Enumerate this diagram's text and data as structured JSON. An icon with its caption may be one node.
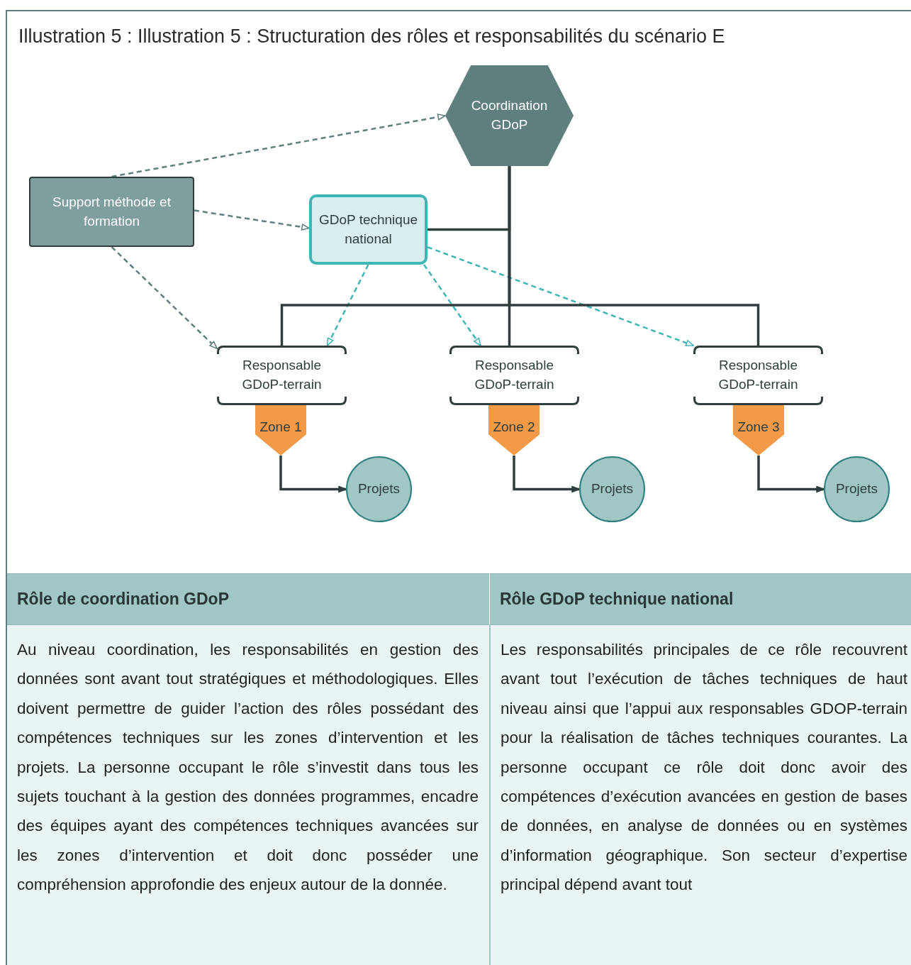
{
  "diagram": {
    "title": "Illustration 5 : Illustration 5 : Structuration des rôles et responsabilités du scénario E",
    "nodes": [
      {
        "text": [
          "Coordination GDoP"
        ]
      },
      {
        "text": [
          "Support méthode et formation"
        ]
      },
      {
        "text": [
          "GDoP technique national"
        ]
      },
      {
        "text": [
          "Responsable GDoP-terrain"
        ]
      },
      {
        "text": [
          "Responsable GDoP-terrain"
        ]
      },
      {
        "text": [
          "Responsable GDoP-terrain"
        ]
      },
      {
        "text": [
          "Zone 1"
        ]
      },
      {
        "text": [
          "Zone 2"
        ]
      },
      {
        "text": [
          "Zone 3"
        ]
      },
      {
        "text": [
          "Projets"
        ]
      },
      {
        "text": [
          "Projets"
        ]
      },
      {
        "text": [
          "Projets"
        ]
      }
    ],
    "edges": [
      {
        "from": 1,
        "to": 0,
        "arrow": "to",
        "style": "dashed",
        "color": "#5f7f7f"
      },
      {
        "from": 1,
        "to": 2,
        "arrow": "to",
        "style": "dashed",
        "color": "#5f7f7f"
      },
      {
        "from": 1,
        "to": 3,
        "arrow": "to",
        "style": "dashed",
        "color": "#5f7f7f"
      },
      {
        "from": 2,
        "to": 3,
        "arrow": "to",
        "style": "dashed",
        "color": "#3fb5b5"
      },
      {
        "from": 2,
        "to": 4,
        "arrow": "to",
        "style": "dashed",
        "color": "#3fb5b5"
      },
      {
        "from": 2,
        "to": 5,
        "arrow": "to",
        "style": "dashed",
        "color": "#3fb5b5"
      },
      {
        "from": 0,
        "to": 2,
        "arrow": "none"
      },
      {
        "from": 0,
        "to": 3,
        "arrow": "none"
      },
      {
        "from": 0,
        "to": 4,
        "arrow": "none"
      },
      {
        "from": 0,
        "to": 5,
        "arrow": "none"
      },
      {
        "from": 6,
        "to": 9,
        "arrow": "to"
      },
      {
        "from": 7,
        "to": 10,
        "arrow": "to"
      },
      {
        "from": 8,
        "to": 11,
        "arrow": "to"
      }
    ],
    "labels": [
      "Rôle de coordination GDoP",
      "Rôle GDoP technique national",
      "Au niveau coordination, les responsabilités en gestion des données sont avant tout stratégiques et méthodologiques. Elles doivent permettre de guider l’action des rôles possédant des compétences techniques sur les zones d’intervention et les projets. La personne occupant le rôle s’investit dans tous les sujets touchant à la gestion des données programmes, encadre des équipes ayant des compétences techniques avancées sur les zones d’intervention et doit donc posséder une compréhension approfondie des enjeux autour de la donnée.",
      "Les responsabilités principales de ce rôle recouvrent avant tout l’exécution de tâches techniques de haut niveau ainsi que l’appui aux responsables GDOP-terrain pour la réalisation de tâches techniques courantes. La personne occupant ce rôle doit donc avoir des compétences d’exécution avancées en gestion de bases de données, en analyse de données ou en systèmes d’information géographique. Son secteur d’expertise principal dépend avant tout"
    ]
  }
}
